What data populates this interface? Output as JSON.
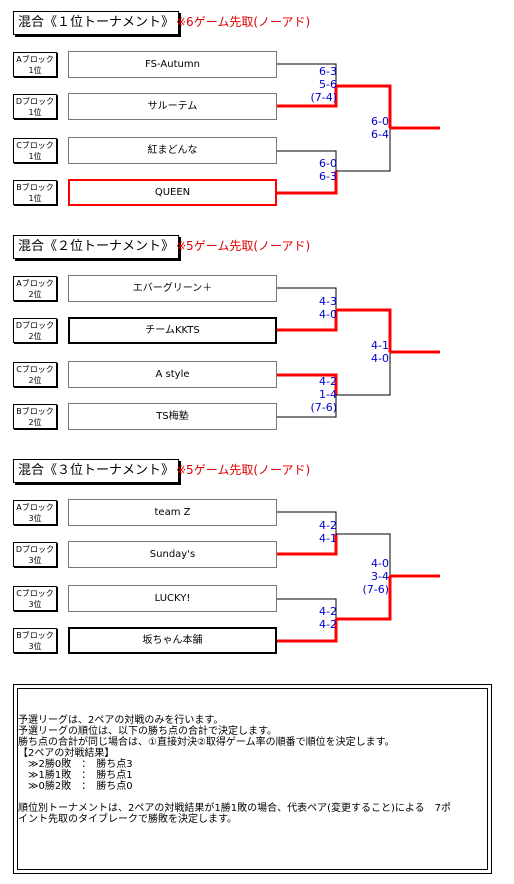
{
  "sections": [
    {
      "title": "混合《１位トーナメント》",
      "rule": "※6ゲーム先取(ノーアド)",
      "teams": [
        {
          "block": "Aブロック",
          "rank": "1位",
          "name": "FS-Autumn"
        },
        {
          "block": "Dブロック",
          "rank": "1位",
          "name": "サルーテム"
        },
        {
          "block": "Cブロック",
          "rank": "1位",
          "name": "紅まどんな"
        },
        {
          "block": "Bブロック",
          "rank": "1位",
          "name": "QUEEN"
        }
      ],
      "scores": {
        "semi1": [
          "6-3",
          "5-6",
          "(7-4)"
        ],
        "semi2": [
          "6-0",
          "6-3"
        ],
        "final": [
          "6-0",
          "6-4"
        ]
      }
    },
    {
      "title": "混合《２位トーナメント》",
      "rule": "※5ゲーム先取(ノーアド)",
      "teams": [
        {
          "block": "Aブロック",
          "rank": "2位",
          "name": "エバーグリーン＋"
        },
        {
          "block": "Dブロック",
          "rank": "2位",
          "name": "チームKKTS"
        },
        {
          "block": "Cブロック",
          "rank": "2位",
          "name": "A style"
        },
        {
          "block": "Bブロック",
          "rank": "2位",
          "name": "TS梅塾"
        }
      ],
      "scores": {
        "semi1": [
          "4-3",
          "4-0"
        ],
        "semi2": [
          "4-2",
          "1-4",
          "(7-6)"
        ],
        "final": [
          "4-1",
          "4-0"
        ]
      }
    },
    {
      "title": "混合《３位トーナメント》",
      "rule": "※5ゲーム先取(ノーアド)",
      "teams": [
        {
          "block": "Aブロック",
          "rank": "3位",
          "name": "team Z"
        },
        {
          "block": "Dブロック",
          "rank": "3位",
          "name": "Sunday's"
        },
        {
          "block": "Cブロック",
          "rank": "3位",
          "name": "LUCKY!"
        },
        {
          "block": "Bブロック",
          "rank": "3位",
          "name": "坂ちゃん本舗"
        }
      ],
      "scores": {
        "semi1": [
          "4-2",
          "4-1"
        ],
        "semi2": [
          "4-2",
          "4-2"
        ],
        "final": [
          "4-0",
          "3-4",
          "(7-6)"
        ]
      }
    }
  ],
  "notes": {
    "line1": "予選リーグは、2ペアの対戦のみを行います。",
    "line2": "予選リーグの順位は、以下の勝ち点の合計で決定します。",
    "line3": "勝ち点の合計が同じ場合は、①直接対決②取得ゲーム率の順番で順位を決定します。",
    "line4": "【2ペアの対戦結果】",
    "line5": "　≫2勝0敗　：　勝ち点3",
    "line6": "　≫1勝1敗　：　勝ち点1",
    "line7": "　≫0勝2敗　：　勝ち点0",
    "line8": "順位別トーナメントは、2ペアの対戦結果が1勝1敗の場合、代表ペア(変更すること)による　7ポ",
    "line9": "イント先取のタイブレークで勝敗を決定します。"
  }
}
